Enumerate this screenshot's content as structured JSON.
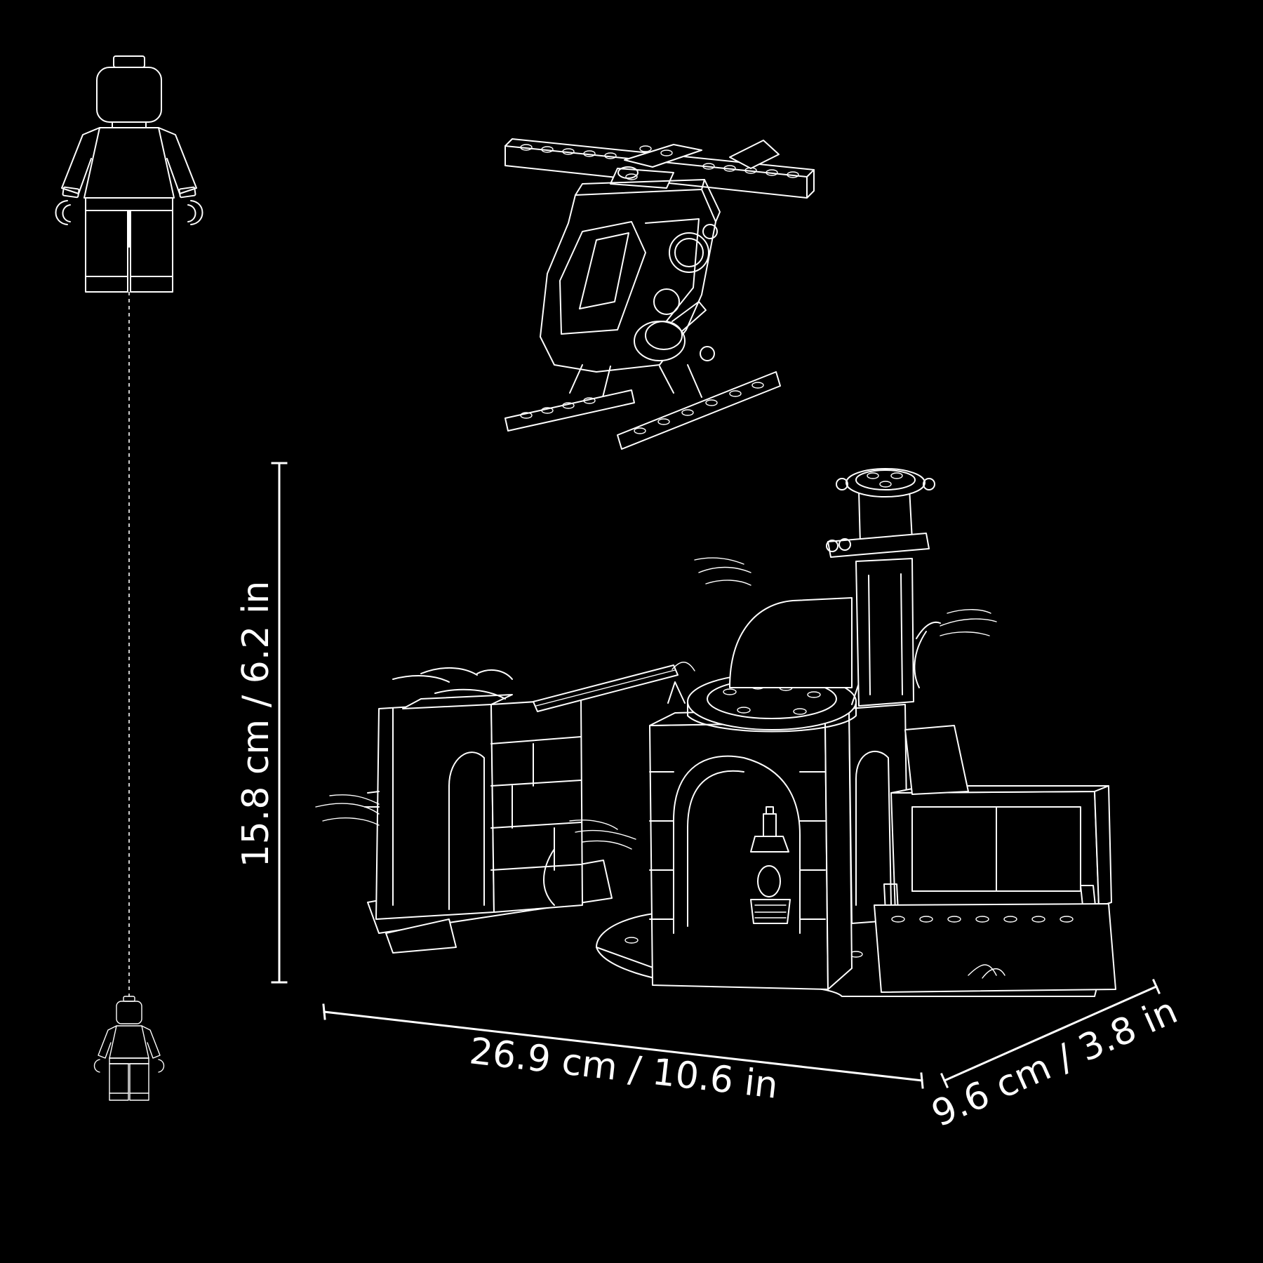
{
  "dimensions": {
    "height_label": "15.8 cm / 6.2 in",
    "width_label": "26.9 cm / 10.6 in",
    "depth_label": "9.6 cm / 3.8 in"
  },
  "colors": {
    "background": "#000000",
    "line": "#ffffff"
  }
}
